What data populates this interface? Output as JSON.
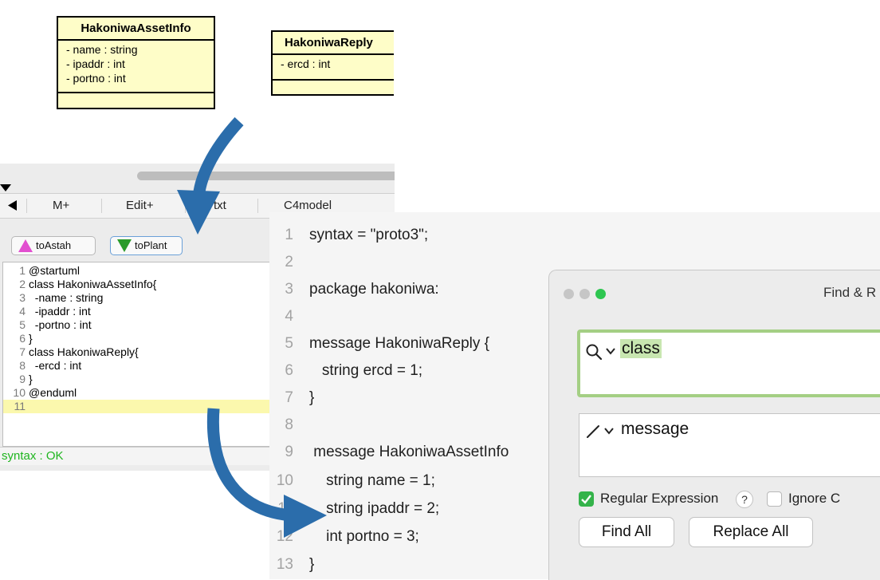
{
  "uml_classes": [
    {
      "name": "HakoniwaAssetInfo",
      "attributes": [
        "- name : string",
        "- ipaddr : int",
        "- portno : int"
      ]
    },
    {
      "name": "HakoniwaReply",
      "attributes": [
        "- ercd : int"
      ]
    }
  ],
  "editor_panel": {
    "collapse_icon": "triangle-down-icon",
    "scroll_left_icon": "triangle-left-icon",
    "menu": [
      "M+",
      "Edit+",
      "txt",
      "C4model"
    ],
    "buttons": [
      {
        "label": "toAstah",
        "icon": "triangle-up-icon",
        "color": "#e24fd0"
      },
      {
        "label": "toPlant",
        "icon": "triangle-down-icon",
        "color": "#2a9a2a"
      }
    ],
    "code_lines": [
      {
        "num": "1",
        "text": "@startuml"
      },
      {
        "num": "2",
        "text": "class HakoniwaAssetInfo{"
      },
      {
        "num": "3",
        "text": "  -name : string"
      },
      {
        "num": "4",
        "text": "  -ipaddr : int"
      },
      {
        "num": "5",
        "text": "  -portno : int"
      },
      {
        "num": "6",
        "text": "}"
      },
      {
        "num": "7",
        "text": "class HakoniwaReply{"
      },
      {
        "num": "8",
        "text": "  -ercd : int"
      },
      {
        "num": "9",
        "text": "}"
      },
      {
        "num": "10",
        "text": "@enduml"
      },
      {
        "num": "11",
        "text": ""
      }
    ],
    "status": "syntax : OK"
  },
  "code_editor": {
    "lines": [
      {
        "num": "1",
        "text": "syntax = \"proto3\";"
      },
      {
        "num": "2",
        "text": ""
      },
      {
        "num": "3",
        "text": "package hakoniwa:"
      },
      {
        "num": "4",
        "text": ""
      },
      {
        "num": "5",
        "text": "message HakoniwaReply {"
      },
      {
        "num": "6",
        "text": "   string ercd = 1;"
      },
      {
        "num": "7",
        "text": "}"
      },
      {
        "num": "8",
        "text": ""
      },
      {
        "num": "9",
        "text": " message HakoniwaAssetInfo"
      },
      {
        "num": "10",
        "text": "    string name = 1;"
      },
      {
        "num": "11",
        "text": "    string ipaddr = 2;"
      },
      {
        "num": "12",
        "text": "    int portno = 3;"
      },
      {
        "num": "13",
        "text": "}"
      }
    ]
  },
  "find_replace": {
    "title": "Find & R",
    "find_value": "class",
    "find_icon": "search-icon",
    "replace_value": "message",
    "replace_icon": "pencil-icon",
    "regex_label": "Regular Expression",
    "regex_checked": true,
    "help_label": "?",
    "ignore_case_label": "Ignore C",
    "ignore_case_checked": false,
    "find_all_label": "Find All",
    "replace_all_label": "Replace All",
    "traffic_colors": [
      "#c6c6c6",
      "#c6c6c6",
      "#2ec650"
    ],
    "highlight_color": "#c8e6b0"
  },
  "arrow_color": "#2b6dab"
}
